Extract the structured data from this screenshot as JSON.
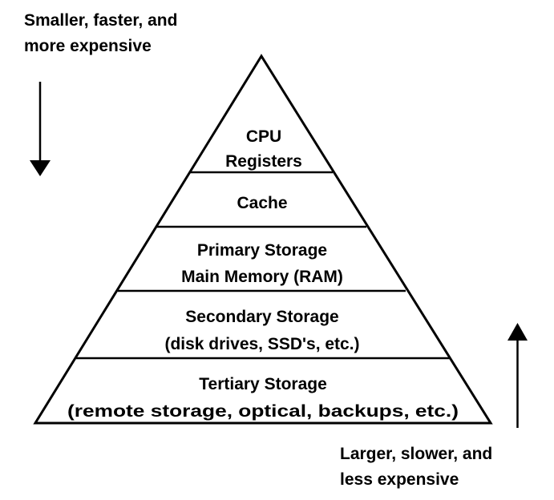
{
  "top_note": {
    "line1": "Smaller, faster, and",
    "line2": "more expensive"
  },
  "bottom_note": {
    "line1": "Larger, slower, and",
    "line2": "less expensive"
  },
  "pyramid": {
    "levels": [
      {
        "line1": "CPU",
        "line2": "Registers"
      },
      {
        "line1": "Cache"
      },
      {
        "line1": "Primary Storage",
        "line2": "Main Memory (RAM)"
      },
      {
        "line1": "Secondary Storage",
        "line2": "(disk drives, SSD's, etc.)"
      },
      {
        "line1": "Tertiary Storage",
        "line2": "(remote storage, optical, backups, etc.)"
      }
    ]
  }
}
